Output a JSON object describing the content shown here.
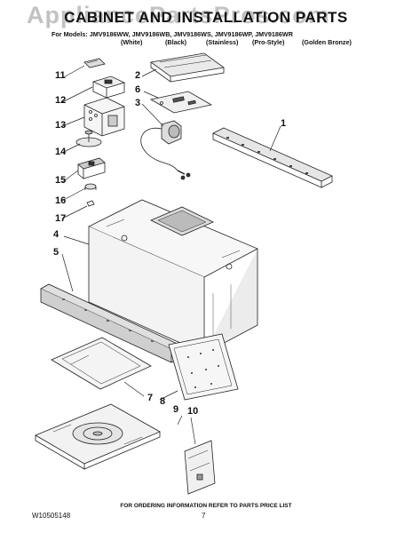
{
  "watermark": "AppliancePartsPros.com",
  "title": "CABINET AND INSTALLATION PARTS",
  "models_line": "For Models: JMV9186WW, JMV9186WB, JMV9186WS, JMV9186WP, JMV9186WR",
  "colors": [
    "(White)",
    "(Black)",
    "(Stainless)",
    "(Pro-Style)",
    "(Golden Bronze)"
  ],
  "callouts": [
    "1",
    "2",
    "3",
    "4",
    "5",
    "6",
    "7",
    "8",
    "9",
    "10",
    "11",
    "12",
    "13",
    "14",
    "15",
    "16",
    "17"
  ],
  "footer": {
    "ordering_note": "FOR ORDERING INFORMATION REFER TO PARTS PRICE LIST",
    "doc_number": "W10505148",
    "page_number": "7"
  }
}
